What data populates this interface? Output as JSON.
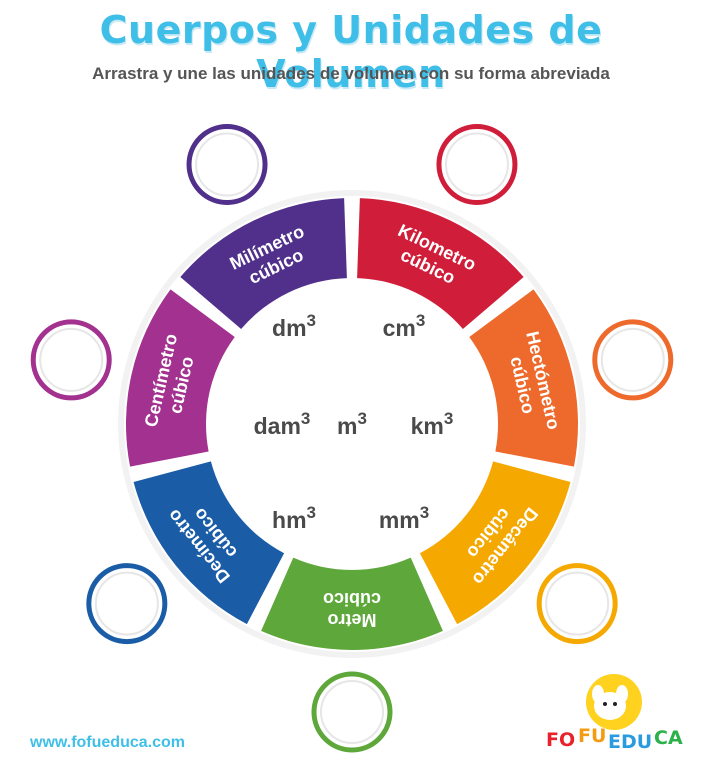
{
  "header": {
    "title": "Cuerpos y Unidades de Volumen",
    "subtitle": "Arrastra y une las unidades de volumen con su forma abreviada"
  },
  "segments": [
    {
      "line1": "Kilometro",
      "line2": "cúbico",
      "color": "#d01e3a"
    },
    {
      "line1": "Hectómetro",
      "line2": "cúbico",
      "color": "#ee6a2c"
    },
    {
      "line1": "Decámetro",
      "line2": "cúbico",
      "color": "#f5a800"
    },
    {
      "line1": "Metro",
      "line2": "cúbico",
      "color": "#5ea73a"
    },
    {
      "line1": "Decímetro",
      "line2": "cúbico",
      "color": "#1a5da6"
    },
    {
      "line1": "Centímetro",
      "line2": "cúbico",
      "color": "#a2318f"
    },
    {
      "line1": "Milímetro",
      "line2": "cúbico",
      "color": "#51308b"
    }
  ],
  "units": [
    {
      "base": "dm",
      "exp": "3"
    },
    {
      "base": "cm",
      "exp": "3"
    },
    {
      "base": "dam",
      "exp": "3"
    },
    {
      "base": "m",
      "exp": "3"
    },
    {
      "base": "km",
      "exp": "3"
    },
    {
      "base": "hm",
      "exp": "3"
    },
    {
      "base": "mm",
      "exp": "3"
    }
  ],
  "footer": {
    "website": "www.fofueduca.com",
    "logo_parts": [
      "FO",
      "FU",
      "EDU",
      "CA"
    ],
    "logo_colors": [
      "#e8212b",
      "#f39c12",
      "#2b9be0",
      "#2bb14a"
    ]
  }
}
